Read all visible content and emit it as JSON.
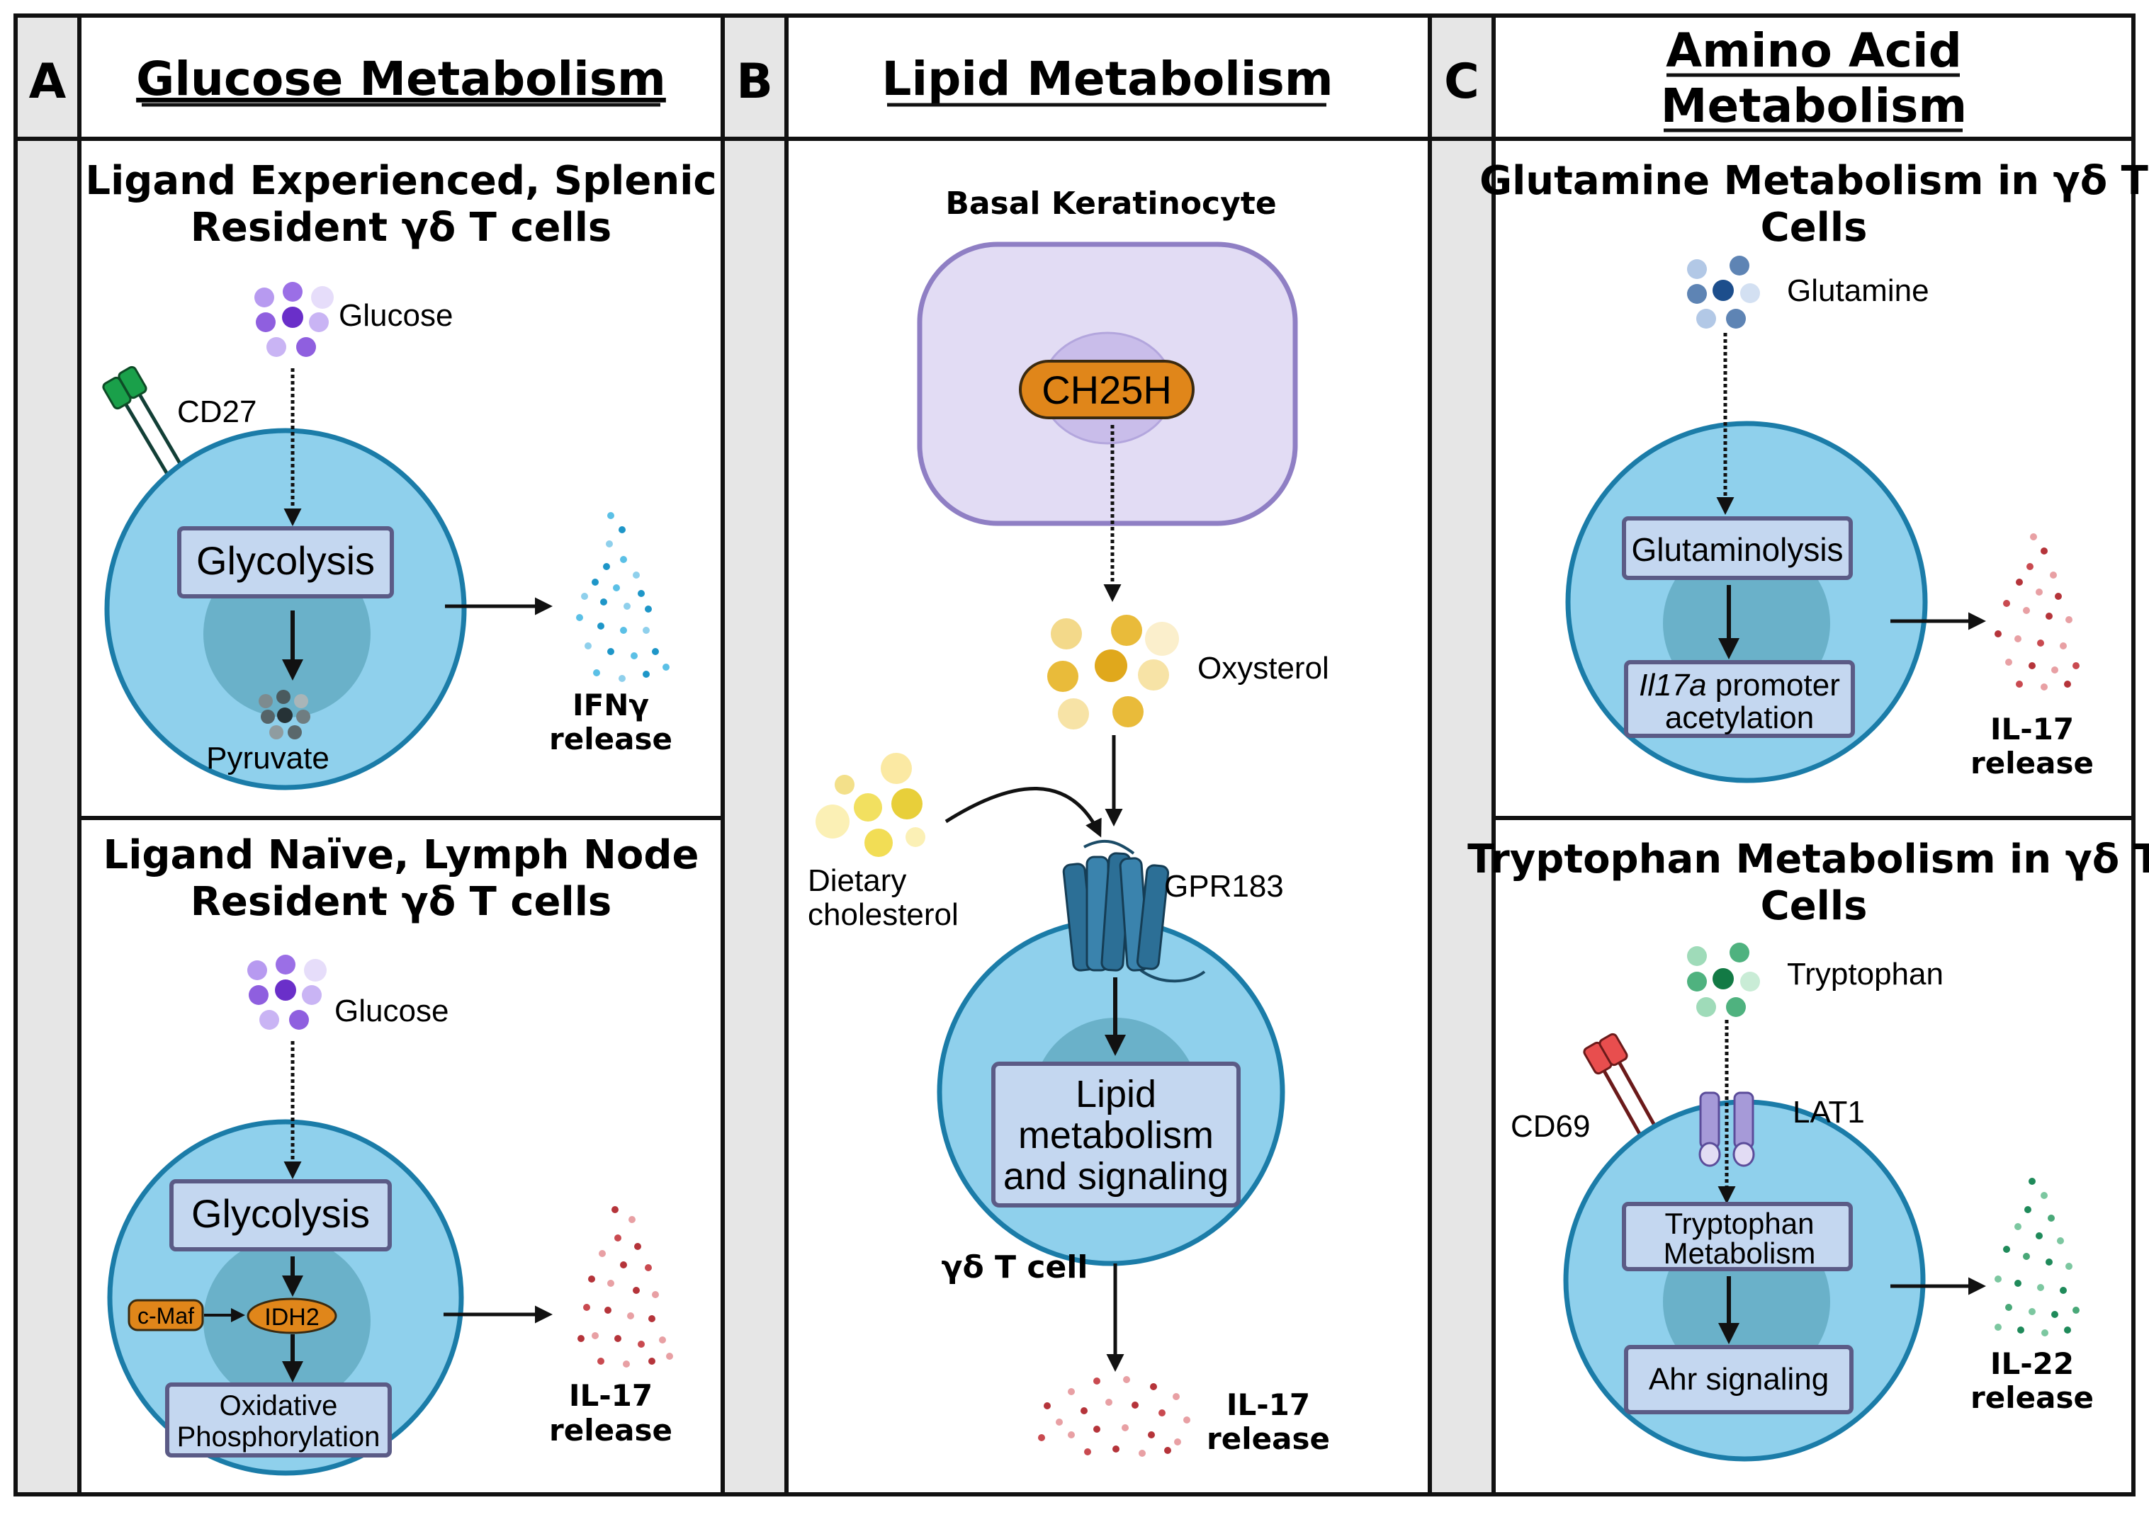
{
  "panels": {
    "a": {
      "letter": "A",
      "title": "Glucose Metabolism"
    },
    "b": {
      "letter": "B",
      "title": "Lipid Metabolism"
    },
    "c": {
      "letter": "C",
      "title_line1": "Amino Acid",
      "title_line2": "Metabolism"
    }
  },
  "a_top": {
    "title_line1": "Ligand Experienced, Splenic",
    "title_line2": "Resident γδ T cells",
    "glucose": "Glucose",
    "receptor": "CD27",
    "process": "Glycolysis",
    "product": "Pyruvate",
    "output_line1": "IFNγ",
    "output_line2": "release"
  },
  "a_bottom": {
    "title_line1": "Ligand Naïve, Lymph Node",
    "title_line2": "Resident γδ T cells",
    "glucose": "Glucose",
    "process": "Glycolysis",
    "factor": "c-Maf",
    "enzyme": "IDH2",
    "process2_line1": "Oxidative",
    "process2_line2": "Phosphorylation",
    "output_line1": "IL-17",
    "output_line2": "release"
  },
  "b": {
    "cell_label": "Basal Keratinocyte",
    "enzyme": "CH25H",
    "metabolite": "Oxysterol",
    "diet_line1": "Dietary",
    "diet_line2": "cholesterol",
    "receptor": "GPR183",
    "process_line1": "Lipid",
    "process_line2": "metabolism",
    "process_line3": "and signaling",
    "t_cell": "γδ T cell",
    "output_line1": "IL-17",
    "output_line2": "release"
  },
  "c_top": {
    "title_line1": "Glutamine Metabolism in γδ T",
    "title_line2": "Cells",
    "amino_acid": "Glutamine",
    "process": "Glutaminolysis",
    "gene": "Il17a",
    "gene_suffix": " promoter",
    "process2": "acetylation",
    "output_line1": "IL-17",
    "output_line2": "release"
  },
  "c_bottom": {
    "title_line1": "Tryptophan Metabolism in γδ T",
    "title_line2": "Cells",
    "amino_acid": "Tryptophan",
    "receptor": "CD69",
    "transporter": "LAT1",
    "process_line1": "Tryptophan",
    "process_line2": "Metabolism",
    "process2": "Ahr signaling",
    "output_line1": "IL-22",
    "output_line2": "release"
  },
  "colors": {
    "cell_fill": "#8fd0ec",
    "cell_stroke": "#1b7ca8",
    "nucleus": "#5ea7bd",
    "process_box": "#c4d7f0",
    "process_stroke": "#5b5b86",
    "keratinocyte": "#e2dcf4",
    "keratinocyte_stroke": "#8f7fc4",
    "enzyme_orange": "#e0861a",
    "receptor_green": "#1aa04a",
    "receptor_red": "#e84e4e",
    "gpcr_blue": "#2c6f96",
    "lat1_purple": "#a69ad8",
    "ifng_blue": "#1e96c8",
    "il_red": "#b5343a",
    "il22_green": "#1f8a5a",
    "panel_gray": "#e6e6e6"
  },
  "icons": [
    "glucose-cluster",
    "glutamine-cluster",
    "tryptophan-cluster",
    "oxysterol-cluster",
    "cholesterol-cluster",
    "cd27-receptor",
    "cd69-receptor",
    "gpr183-receptor",
    "lat1-transporter",
    "cytokine-spray"
  ]
}
